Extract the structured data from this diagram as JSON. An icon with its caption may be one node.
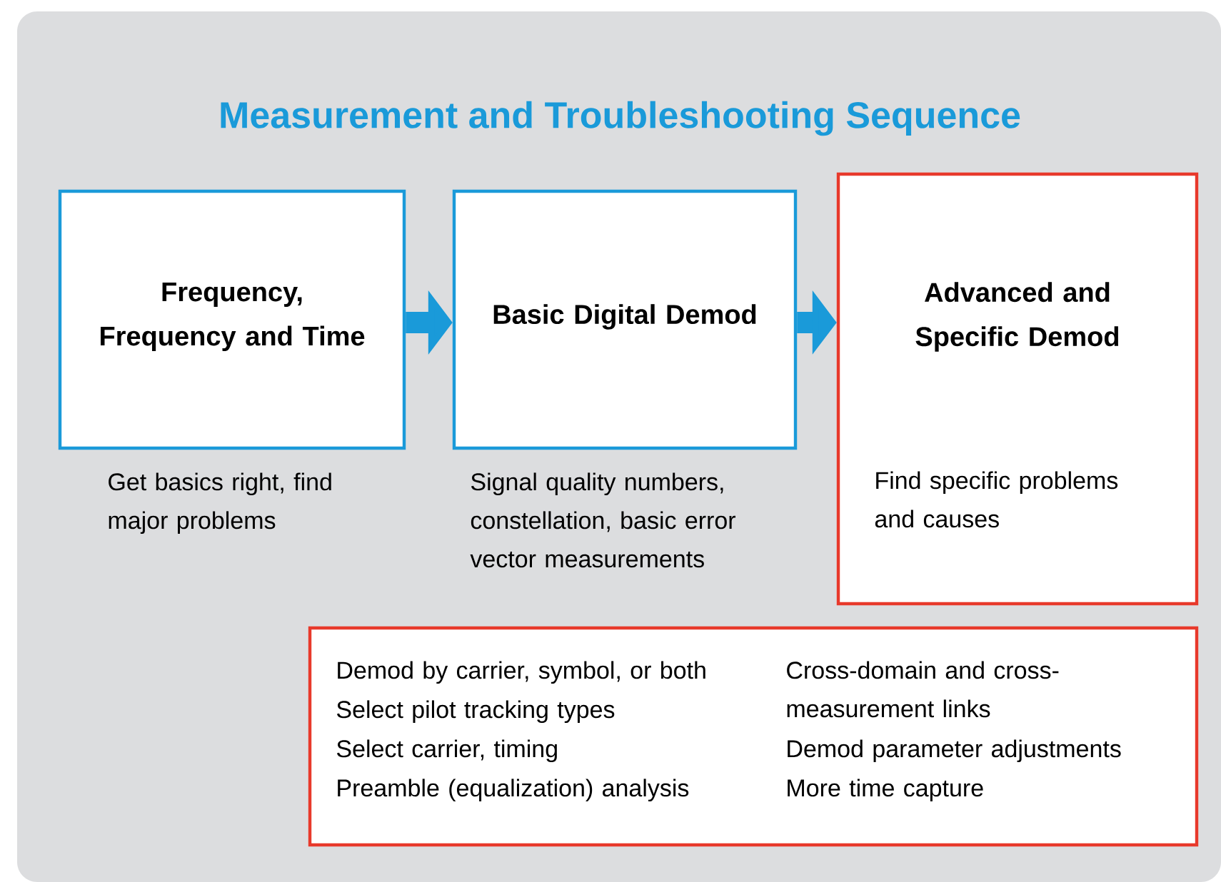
{
  "diagram": {
    "title": "Measurement and Troubleshooting Sequence",
    "nodes": [
      {
        "text": [
          "Frequency, Frequency and Time"
        ],
        "beside": [
          "Get basics right, find major problems"
        ]
      },
      {
        "text": [
          "Basic Digital Demod"
        ],
        "beside": [
          "Signal quality numbers, constellation, basic error vector measurements"
        ]
      },
      {
        "text": [
          "Advanced and Specific Demod",
          "Find specific problems and causes"
        ]
      },
      {
        "text": [
          "Demod by carrier, symbol, or both",
          "Select pilot tracking types",
          "Select carrier, timing",
          "Preamble (equalization) analysis",
          "Cross-domain and cross-measurement links",
          "Demod parameter adjustments",
          "More time capture"
        ]
      }
    ],
    "edges": [
      {
        "from": 0,
        "to": 1,
        "arrow": "to"
      },
      {
        "from": 1,
        "to": 2,
        "arrow": "to"
      }
    ]
  }
}
